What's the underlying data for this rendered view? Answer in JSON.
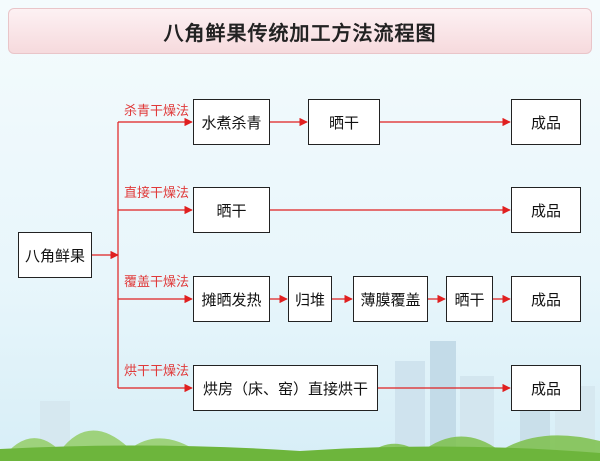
{
  "title": "八角鲜果传统加工方法流程图",
  "start_node": "八角鲜果",
  "branches": [
    {
      "label": "杀青干燥法",
      "steps": [
        "水煮杀青",
        "晒干"
      ],
      "end": "成品"
    },
    {
      "label": "直接干燥法",
      "steps": [
        "晒干"
      ],
      "end": "成品"
    },
    {
      "label": "覆盖干燥法",
      "steps": [
        "摊晒发热",
        "归堆",
        "薄膜覆盖",
        "晒干"
      ],
      "end": "成品"
    },
    {
      "label": "烘干干燥法",
      "steps": [
        "烘房（床、窑）直接烘干"
      ],
      "end": "成品"
    }
  ],
  "colors": {
    "arrow": "#e02020",
    "label": "#e03a3a",
    "box_border": "#222222"
  }
}
